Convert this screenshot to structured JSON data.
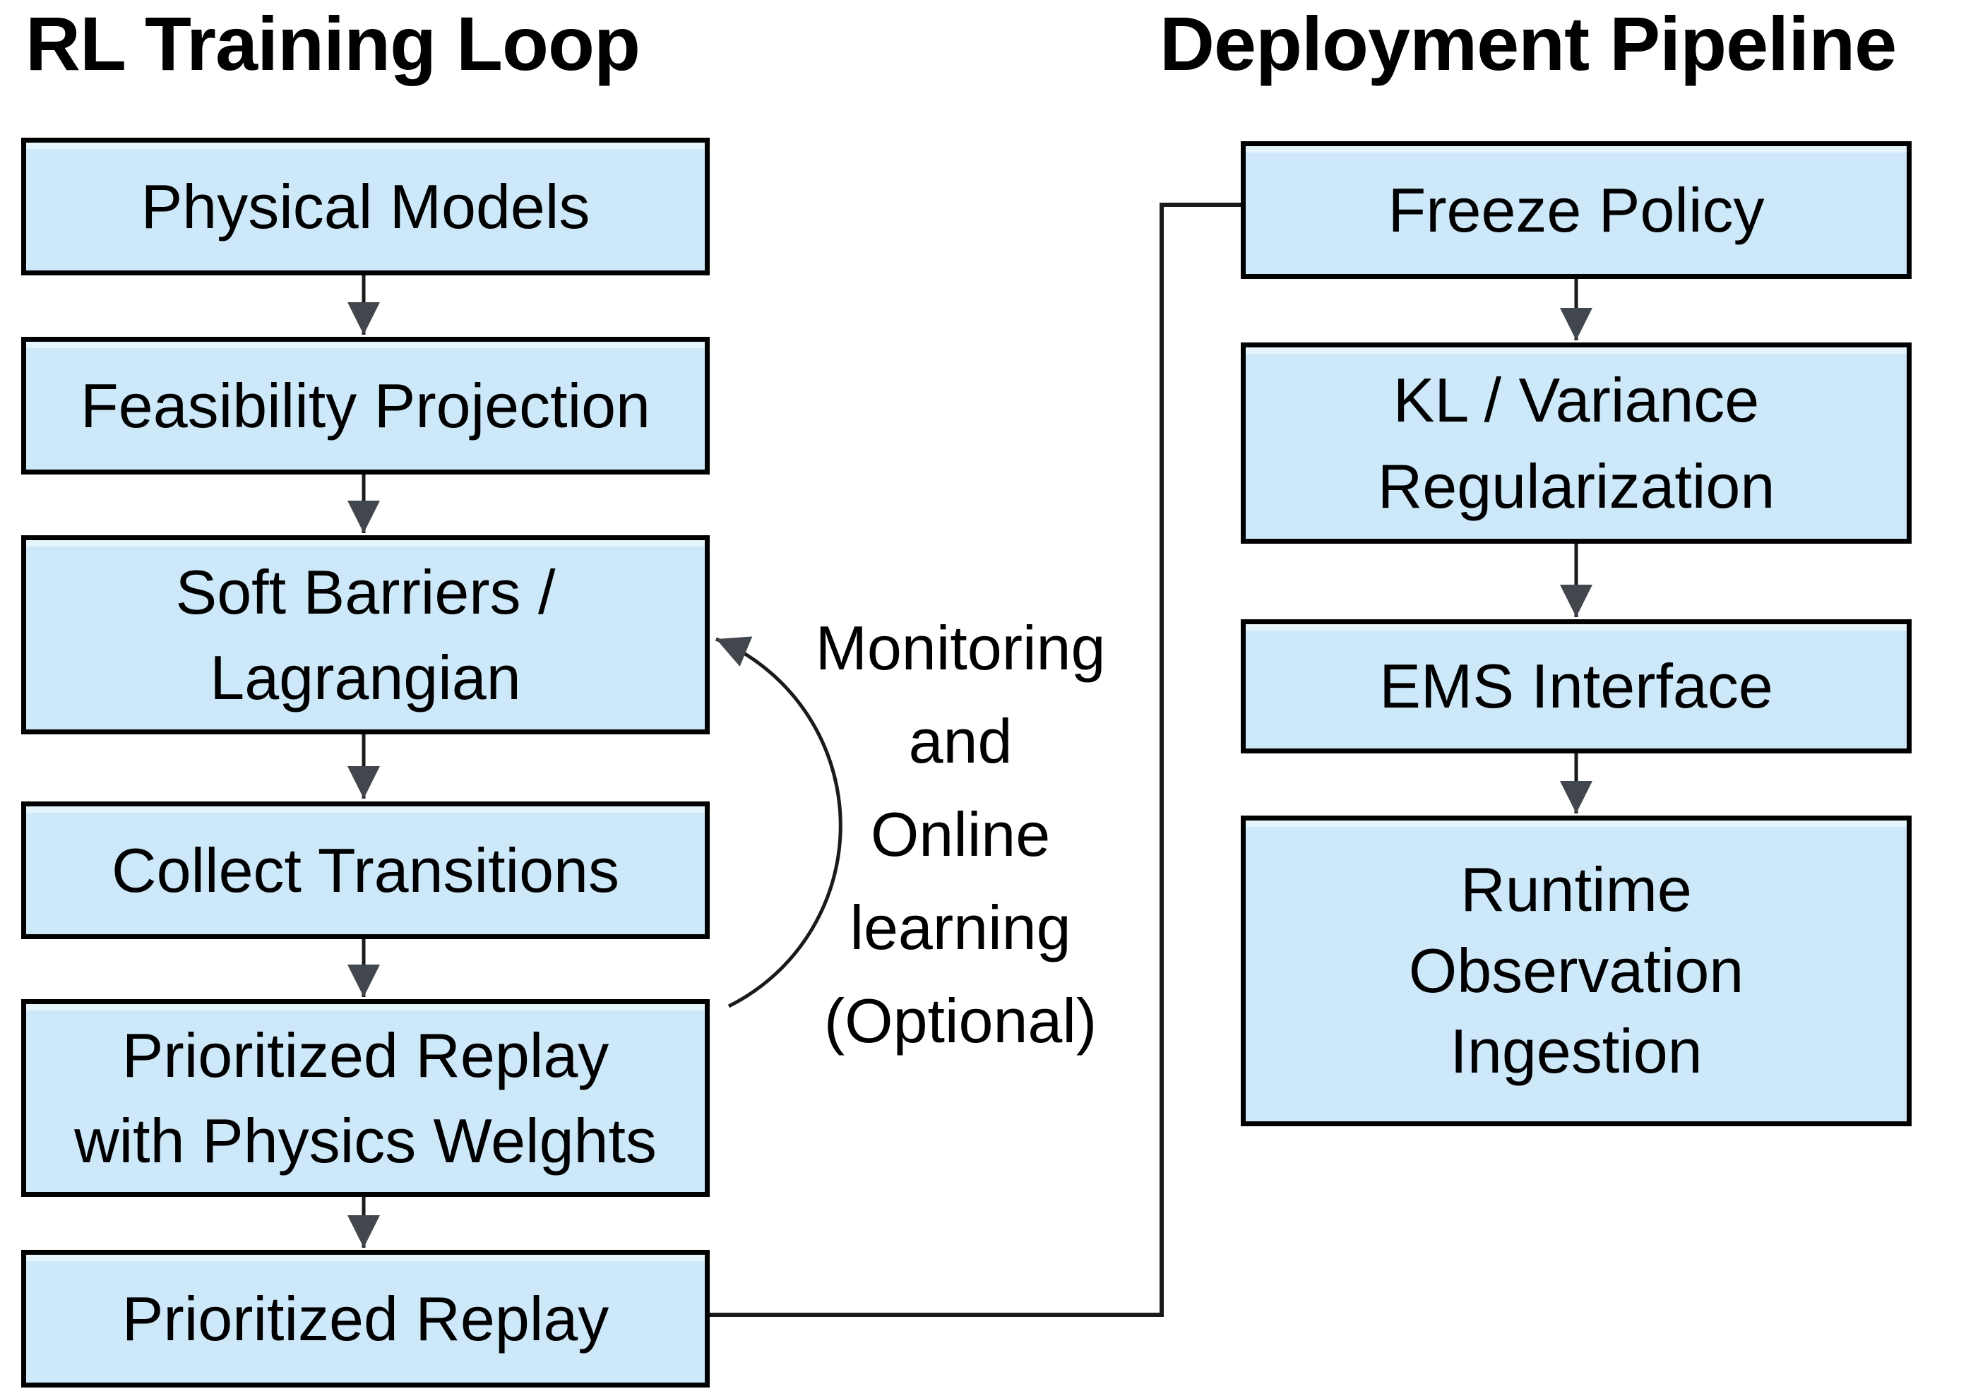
{
  "left_column": {
    "title": "RL Training Loop",
    "boxes": [
      {
        "id": "physical-models",
        "lines": [
          "Physical Models"
        ]
      },
      {
        "id": "feasibility-projection",
        "lines": [
          "Feasibility Projection"
        ]
      },
      {
        "id": "soft-barriers-lagrangian",
        "lines": [
          "Soft Barriers /",
          "Lagrangian"
        ]
      },
      {
        "id": "collect-transitions",
        "lines": [
          "Collect Transitions"
        ]
      },
      {
        "id": "prioritized-replay-physics",
        "lines": [
          "Prioritized Replay",
          "with Physics Welghts"
        ]
      },
      {
        "id": "prioritized-replay",
        "lines": [
          "Prioritized Replay"
        ]
      }
    ]
  },
  "right_column": {
    "title": "Deployment Pipeline",
    "boxes": [
      {
        "id": "freeze-policy",
        "lines": [
          "Freeze Policy"
        ]
      },
      {
        "id": "kl-variance-regularization",
        "lines": [
          "KL / Variance",
          "Regularization"
        ]
      },
      {
        "id": "ems-interface",
        "lines": [
          "EMS Interface"
        ]
      },
      {
        "id": "runtime-observation",
        "lines": [
          "Runtime",
          "Observation",
          "Ingestion"
        ]
      }
    ]
  },
  "loop_annotation": {
    "lines": [
      "Monitoring",
      "and",
      "Online",
      "learning",
      "(Optional)"
    ]
  },
  "colors": {
    "background": "#ffffff",
    "box_fill": "#cde8f9",
    "box_border": "#000000",
    "arrow": "#1a1a1a",
    "arrowhead": "#42474d",
    "text": "#000000"
  }
}
